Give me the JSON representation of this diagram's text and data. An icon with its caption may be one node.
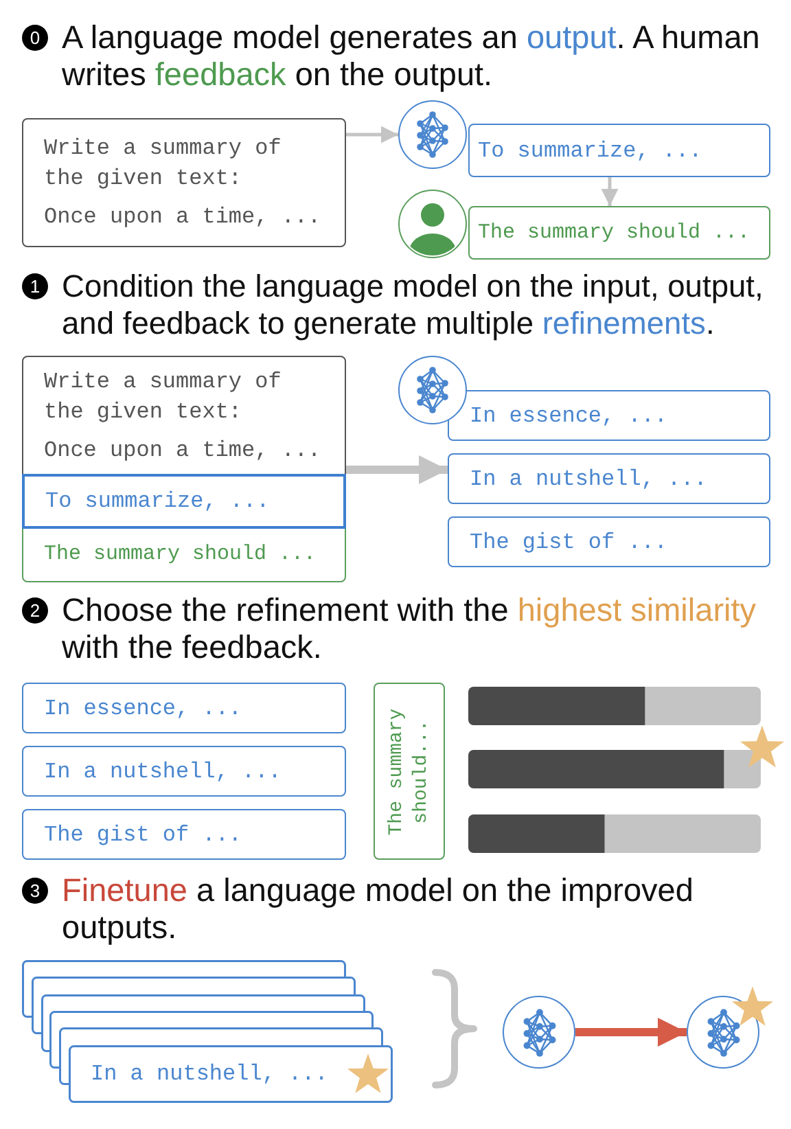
{
  "diagram": {
    "nodes": [
      {
        "text": [
          "Write a summary of the given text:",
          "Once upon a time, ..."
        ]
      },
      {
        "text": [],
        "shape": "circle"
      },
      {
        "text": [
          "To summarize, ..."
        ]
      },
      {
        "text": [],
        "shape": "person"
      },
      {
        "text": [
          "The summary should ..."
        ]
      },
      {
        "text": [
          "Write a summary of the given text:",
          "Once upon a time, ..."
        ]
      },
      {
        "text": [
          "To summarize, ..."
        ]
      },
      {
        "text": [
          "The summary should ..."
        ]
      },
      {
        "text": [],
        "shape": "circle"
      },
      {
        "text": [
          "In essence, ..."
        ]
      },
      {
        "text": [
          "In a nutshell, ..."
        ]
      },
      {
        "text": [
          "The gist of ..."
        ]
      },
      {
        "text": [
          "In essence, ..."
        ]
      },
      {
        "text": [
          "In a nutshell, ..."
        ]
      },
      {
        "text": [
          "The gist of ..."
        ]
      },
      {
        "text": [
          "The summary should..."
        ]
      },
      {
        "text": [
          "In a nutshell, ..."
        ]
      },
      {
        "text": [],
        "shape": "circle"
      },
      {
        "text": [],
        "shape": "circle"
      }
    ],
    "edges": [
      {
        "from": 0,
        "to": 1,
        "arrow": "to"
      },
      {
        "from": 2,
        "to": 4,
        "arrow": "to"
      },
      {
        "from": 5,
        "to": 10,
        "arrow": "to",
        "style": "thick"
      },
      {
        "from": 17,
        "to": 18,
        "arrow": "to",
        "style": "thick",
        "color": "#d65c47"
      }
    ],
    "labels": [
      "0",
      "A language model generates an output. A human writes feedback on the output.",
      "1",
      "Condition the language model on the input, output, and feedback to generate multiple refinements.",
      "2",
      "Choose the refinement with the highest similarity with the feedback.",
      "3",
      "Finetune a language model on the improved outputs."
    ]
  }
}
